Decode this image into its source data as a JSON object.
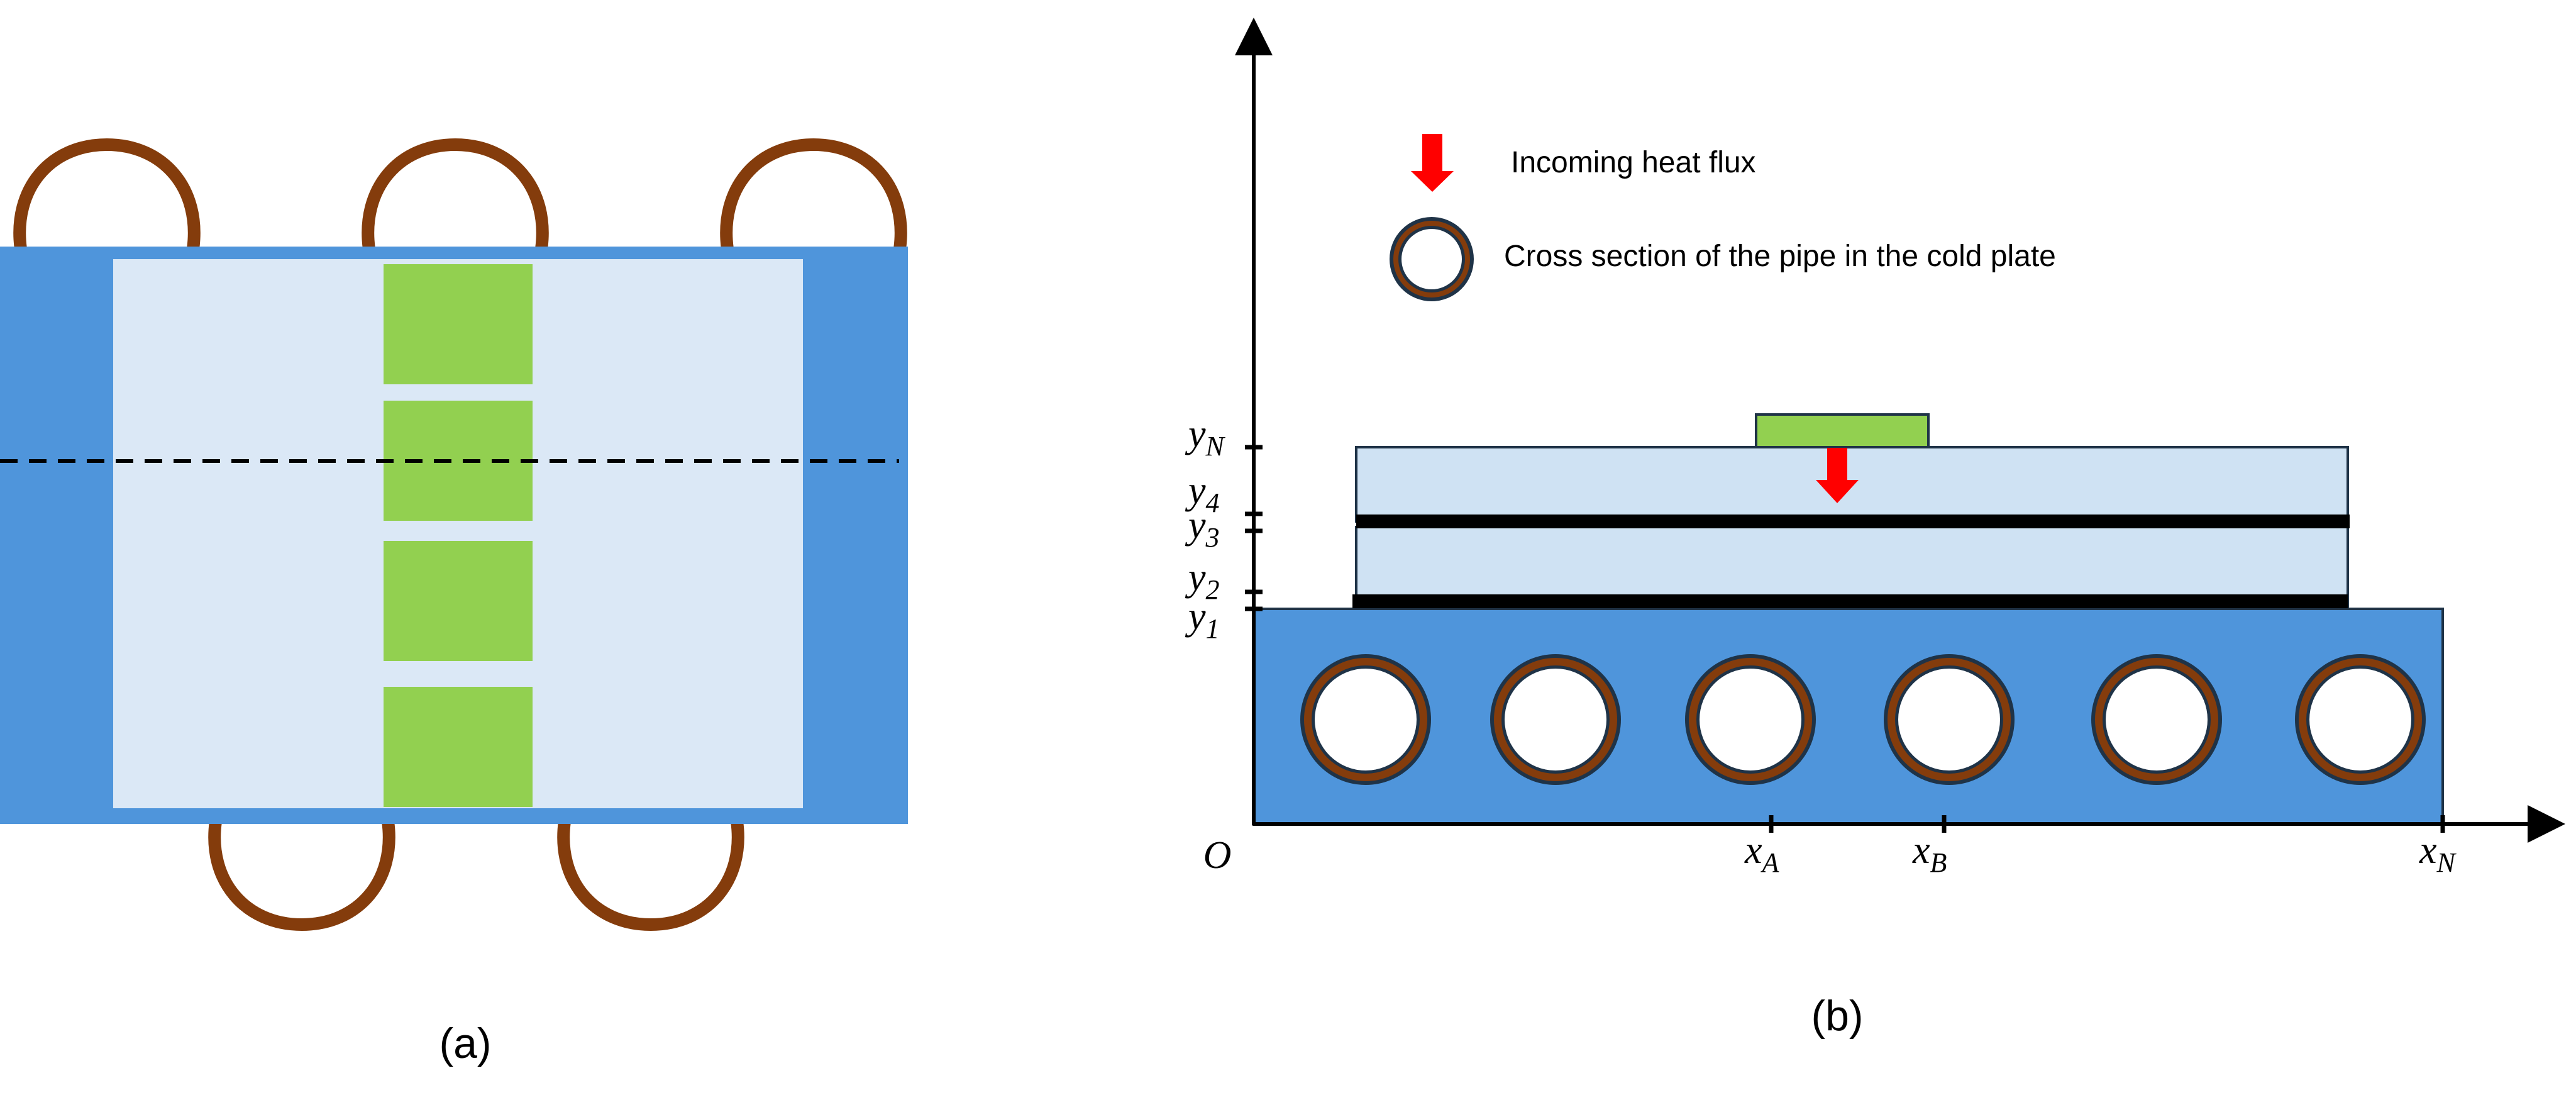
{
  "panel_a": {
    "caption": "(a)"
  },
  "panel_b": {
    "caption": "(b)",
    "legend": {
      "heat_flux": "Incoming heat flux",
      "pipe_section": "Cross section of the pipe in the cold plate"
    },
    "axes": {
      "origin": "O",
      "x_ticks": [
        {
          "main": "x",
          "sub": "A"
        },
        {
          "main": "x",
          "sub": "B"
        },
        {
          "main": "x",
          "sub": "N"
        }
      ],
      "y_ticks": [
        {
          "main": "y",
          "sub": "N"
        },
        {
          "main": "y",
          "sub": "4"
        },
        {
          "main": "y",
          "sub": "3"
        },
        {
          "main": "y",
          "sub": "2"
        },
        {
          "main": "y",
          "sub": "1"
        }
      ]
    }
  },
  "colors": {
    "cold_plate": "#4f95db",
    "inner_plate": "#dbe8f6",
    "layers": "#cfe2f3",
    "chip": "#92d050",
    "pipe": "#843c0c",
    "arrow": "#ff0000",
    "outline": "#1f3347",
    "axis": "#000000"
  }
}
